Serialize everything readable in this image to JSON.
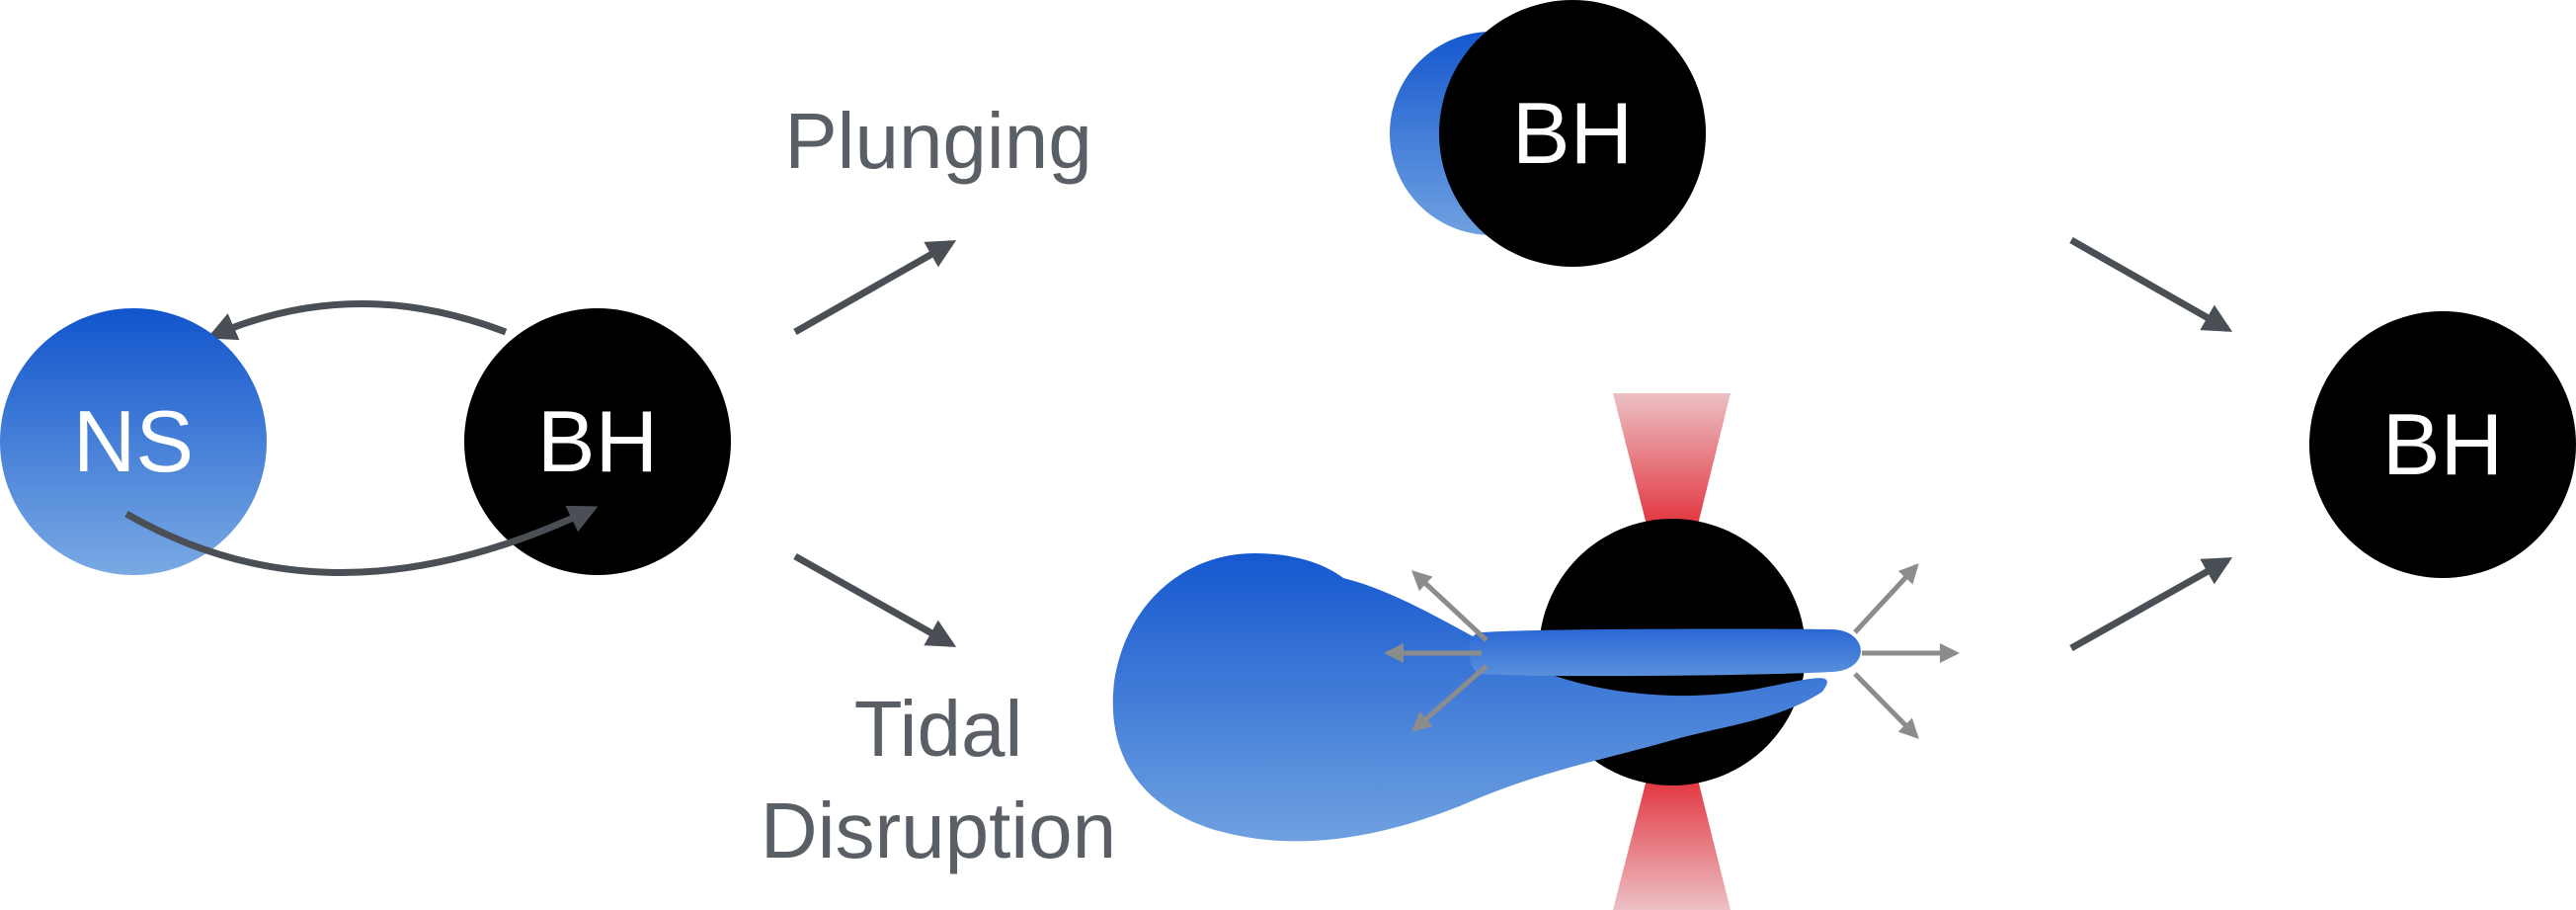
{
  "diagram": {
    "initial_binary": {
      "neutron_star_label": "NS",
      "black_hole_label": "BH"
    },
    "plunging_branch": {
      "label": "Plunging",
      "black_hole_label": "BH"
    },
    "tidal_disruption_branch": {
      "label_line1": "Tidal",
      "label_line2": "Disruption"
    },
    "final_state": {
      "black_hole_label": "BH"
    },
    "colors": {
      "black_hole": "#000000",
      "neutron_star_top": "#1155cc",
      "neutron_star_bottom": "#7aa9e3",
      "arrow": "#4a4f56",
      "ejecta_arrow": "#8c8c8c",
      "jet": "#e0323c",
      "label_text": "#5a5f66"
    }
  }
}
